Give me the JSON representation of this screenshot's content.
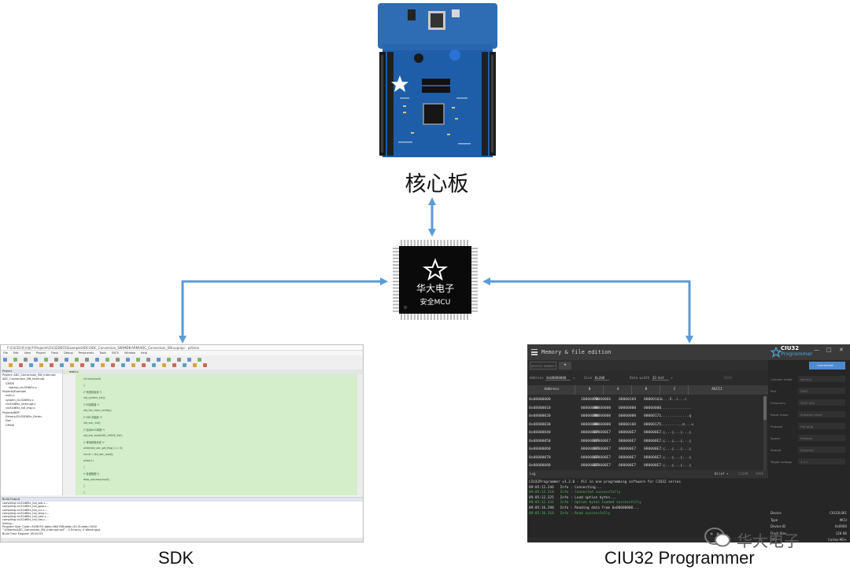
{
  "core_board": {
    "label": "核心板"
  },
  "chip": {
    "brand": "华大电子",
    "subtitle": "安全MCU"
  },
  "sdk": {
    "label": "SDK",
    "window_title": "F:\\CIU32\\华大电子\\Projects\\CIU32D655\\Example\\ADC\\ADC_Conversion_SW\\MDK-ARM\\ADC_Conversion_SW.uvprojx - µVision",
    "menu": [
      "File",
      "Edit",
      "View",
      "Project",
      "Flash",
      "Debug",
      "Peripherals",
      "Tools",
      "SVCS",
      "Window",
      "Help"
    ],
    "project_tree": [
      "Project: ADC_Conversion_SW_Interrupt",
      "ADC_Conversion_SW_Interrupt",
      "CMSIS",
      "startup_ciu32d65x.s",
      "Projects/Example",
      "main.c",
      "system_ciu32d65x.c",
      "ciu32d65x_interrupt.c",
      "ciu32d65x_hal_msp.c",
      "Projects/BSP",
      "Drivers/CIU32D65x_Driver",
      "Doc",
      "CMSIS"
    ],
    "editor_tab": "main.c",
    "code_lines": [
      "int main(void)",
      "{",
      "  /* 系统初始化 */",
      "  std_system_init();",
      "  /* 时钟配置 */",
      "  std_hal_clock_config();",
      "  /* ADC初始化 */",
      "  std_adc_init();",
      "  /* 启动ADC转换 */",
      "  std_adc_start(ADC_MODE_SW);",
      "  /* 等待转换完成 */",
      "  while(std_adc_get_flag() == 0);",
      "  result = std_adc_read();",
      "  while(1)",
      "  {",
      "    /* 处理数据 */",
      "    data_process(result);",
      "  }",
      "}"
    ],
    "build_header": "Build Output",
    "build_lines": [
      "compiling ciu32d65x_hal_adc.c...",
      "compiling ciu32d65x_hal_gpio.c...",
      "compiling ciu32d65x_hal_rcc.c...",
      "compiling ciu32d65x_hal_dma.c...",
      "compiling ciu32d65x_hal_uart.c...",
      "compiling ciu32d65x_hal_tim.c...",
      "linking...",
      "Program Size: Code=3456 RO-data=664 RW-data=20 ZI-data=1632",
      "\".\\Objects\\ADC_Conversion_SW_Interrupt.axf\" - 0 Error(s), 0 Warning(s).",
      "Build Time Elapsed:  00:00:03"
    ]
  },
  "programmer": {
    "label": "CIU32 Programmer",
    "title": "Memory & file edition",
    "brand_top": "CIU32",
    "brand_bottom": "Programmer",
    "tab_label": "DEVICE MEMORY",
    "tab_plus": "+",
    "address_label": "Address",
    "address_value": "0x08000000",
    "size_label": "Size",
    "size_value": "0x200",
    "width_label": "Data width",
    "width_value": "32-bit",
    "read_btn": "READ",
    "columns": [
      "Address",
      "0",
      "4",
      "8",
      "C",
      "ASCII"
    ],
    "memory_rows": [
      {
        "addr": "0x08000000",
        "c0": "20000478",
        "c4": "08000066",
        "c8": "08000169",
        "cc": "08000163",
        "ascii": "..x...Ò..i...c"
      },
      {
        "addr": "0x08000010",
        "c0": "00000000",
        "c4": "00000000",
        "c8": "00000000",
        "cc": "00000000",
        "ascii": "................"
      },
      {
        "addr": "0x08000020",
        "c0": "00000000",
        "c4": "00000000",
        "c8": "00000000",
        "cc": "08000171",
        "ascii": "...............q"
      },
      {
        "addr": "0x08000030",
        "c0": "00000000",
        "c4": "00000000",
        "c8": "0800016D",
        "cc": "08000175",
        "ascii": "............m...u"
      },
      {
        "addr": "0x08000040",
        "c0": "080000E7",
        "c4": "080000E7",
        "c8": "080000E7",
        "cc": "080000E7",
        "ascii": "...ç...ç...ç...ç"
      },
      {
        "addr": "0x08000050",
        "c0": "080000E7",
        "c4": "080000E7",
        "c8": "080000E7",
        "cc": "080000E7",
        "ascii": "...ç...ç...ç...ç"
      },
      {
        "addr": "0x08000060",
        "c0": "080000E7",
        "c4": "080000E7",
        "c8": "080000E7",
        "cc": "080000E7",
        "ascii": "...ç...ç...ç...ç"
      },
      {
        "addr": "0x08000070",
        "c0": "080000E7",
        "c4": "080000E7",
        "c8": "080000E7",
        "cc": "080000E7",
        "ascii": "...ç...ç...ç...ç"
      },
      {
        "addr": "0x08000080",
        "c0": "080000E7",
        "c4": "080000E7",
        "c8": "080000E7",
        "cc": "080000E7",
        "ascii": "...ç...ç...ç...ç"
      }
    ],
    "log_label": "Log",
    "log_level": "Brief",
    "log_clear": "CLEAR",
    "log_save": "SAVE",
    "log_lines": [
      {
        "text": "CIU32Programmer v1.2.0 - All in one programming software for CIU32 series",
        "type": "w"
      },
      {
        "text": "09:05:12.246   Info : Connecting...",
        "type": "w"
      },
      {
        "text": "09:05:12.318   Info : Connected successfully",
        "type": "g"
      },
      {
        "text": "09:05:12.325   Info : Load option bytes...",
        "type": "w"
      },
      {
        "text": "09:05:12.331   Info : Option bytes loaded successfully",
        "type": "g"
      },
      {
        "text": "09:05:16.298   Info : Reading data from 0x08000000...",
        "type": "w"
      },
      {
        "text": "09:05:16.310   Info : Read successfully",
        "type": "g"
      }
    ],
    "side_fields": [
      "Connect mode",
      "Port",
      "Frequency",
      "Reset mode",
      "Protocol",
      "Speed",
      "Shared",
      "Target voltage"
    ],
    "side_values": [
      "Normal",
      "SWD",
      "4000 kHz",
      "Software reset",
      "Hot plug",
      "Reliable",
      "Disabled",
      "3.3 V"
    ],
    "side_connect": "Connected",
    "device_info": [
      {
        "key": "Device",
        "value": "CIU32L061"
      },
      {
        "key": "Type",
        "value": "MCU"
      },
      {
        "key": "Device ID",
        "value": "0x0000"
      },
      {
        "key": "Flash Size",
        "value": "128 KB"
      },
      {
        "key": "CPU",
        "value": "Cortex-M0+"
      }
    ]
  },
  "watermark": {
    "text": "华大电子"
  },
  "colors": {
    "arrow": "#5b9bd5",
    "board_pcb": "#1e5ea8",
    "chip_body": "#0a0a0a",
    "sdk_code_bg": "#d4eec9",
    "prog_bg": "#2b2b2b",
    "prog_accent": "#4ca9df"
  }
}
